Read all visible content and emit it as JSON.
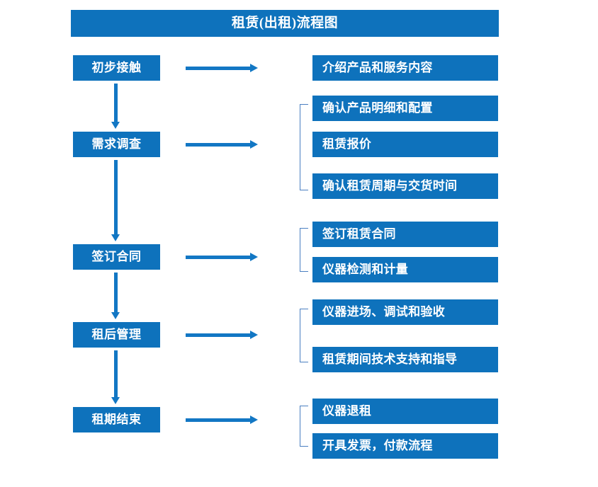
{
  "title": "租赁(出租)流程图",
  "theme": {
    "box_fill": "#0E72BC",
    "box_text": "#FFFFFF",
    "arrow": "#1277C4",
    "bracket": "#4A7FC1",
    "background": "#FFFFFF"
  },
  "stages": [
    {
      "label": "初步接触"
    },
    {
      "label": "需求调查"
    },
    {
      "label": "签订合同"
    },
    {
      "label": "租后管理"
    },
    {
      "label": "租期结束"
    }
  ],
  "details": [
    {
      "label": "介绍产品和服务内容"
    },
    {
      "label": "确认产品明细和配置"
    },
    {
      "label": "租赁报价"
    },
    {
      "label": "确认租赁周期与交货时间"
    },
    {
      "label": "签订租赁合同"
    },
    {
      "label": "仪器检测和计量"
    },
    {
      "label": "仪器进场、调试和验收"
    },
    {
      "label": "租赁期间技术支持和指导"
    },
    {
      "label": "仪器退租"
    },
    {
      "label": "开具发票，付款流程"
    }
  ],
  "connectors": {
    "stage_to_stage": "down-arrow",
    "stage_to_details": "right-arrow",
    "group_marker": "left-bracket"
  }
}
